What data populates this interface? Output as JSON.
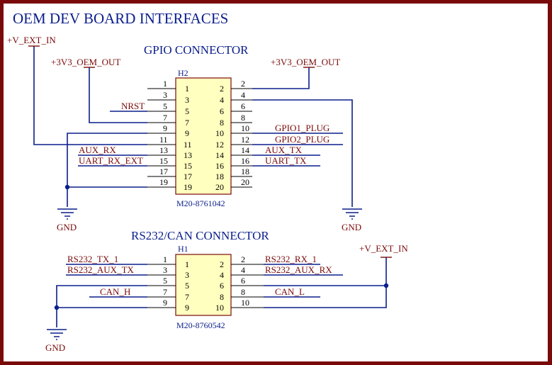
{
  "colors": {
    "frame": "#7a0a0a",
    "paper": "#ffffff",
    "wire": "#0a1e8c",
    "pin": "#000000",
    "net_label": "#7a0a0a",
    "part_fill": "#ffffc0",
    "part_border": "#7a0a0a",
    "heading": "#0a1e8c"
  },
  "page_title": "OEM DEV BOARD INTERFACES",
  "gpio": {
    "title": "GPIO CONNECTOR",
    "designator": "H2",
    "part_number": "M20-8761042",
    "pin_numbers": [
      "1",
      "2",
      "3",
      "4",
      "5",
      "6",
      "7",
      "8",
      "9",
      "10",
      "11",
      "12",
      "13",
      "14",
      "15",
      "16",
      "17",
      "18",
      "19",
      "20"
    ],
    "power_labels": {
      "v_ext_in": "+V_EXT_IN",
      "oem_out_left": "+3V3_OEM_OUT",
      "oem_out_right": "+3V3_OEM_OUT"
    },
    "gnd_left": "GND",
    "gnd_right": "GND",
    "net_labels": {
      "nrst": "NRST",
      "aux_rx": "AUX_RX",
      "uart_rx_ext": "UART_RX_EXT",
      "gpio1_plug": "GPIO1_PLUG",
      "gpio2_plug": "GPIO2_PLUG",
      "aux_tx": "AUX_TX",
      "uart_tx": "UART_TX"
    }
  },
  "rs232": {
    "title": "RS232/CAN CONNECTOR",
    "designator": "H1",
    "part_number": "M20-8760542",
    "pin_numbers": [
      "1",
      "2",
      "3",
      "4",
      "5",
      "6",
      "7",
      "8",
      "9",
      "10"
    ],
    "power_label": "+V_EXT_IN",
    "gnd": "GND",
    "net_labels": {
      "rs232_tx_1": "RS232_TX_1",
      "rs232_aux_tx": "RS232_AUX_TX",
      "can_h": "CAN_H",
      "rs232_rx_1": "RS232_RX_1",
      "rs232_aux_rx": "RS232_AUX_RX",
      "can_l": "CAN_L"
    }
  }
}
